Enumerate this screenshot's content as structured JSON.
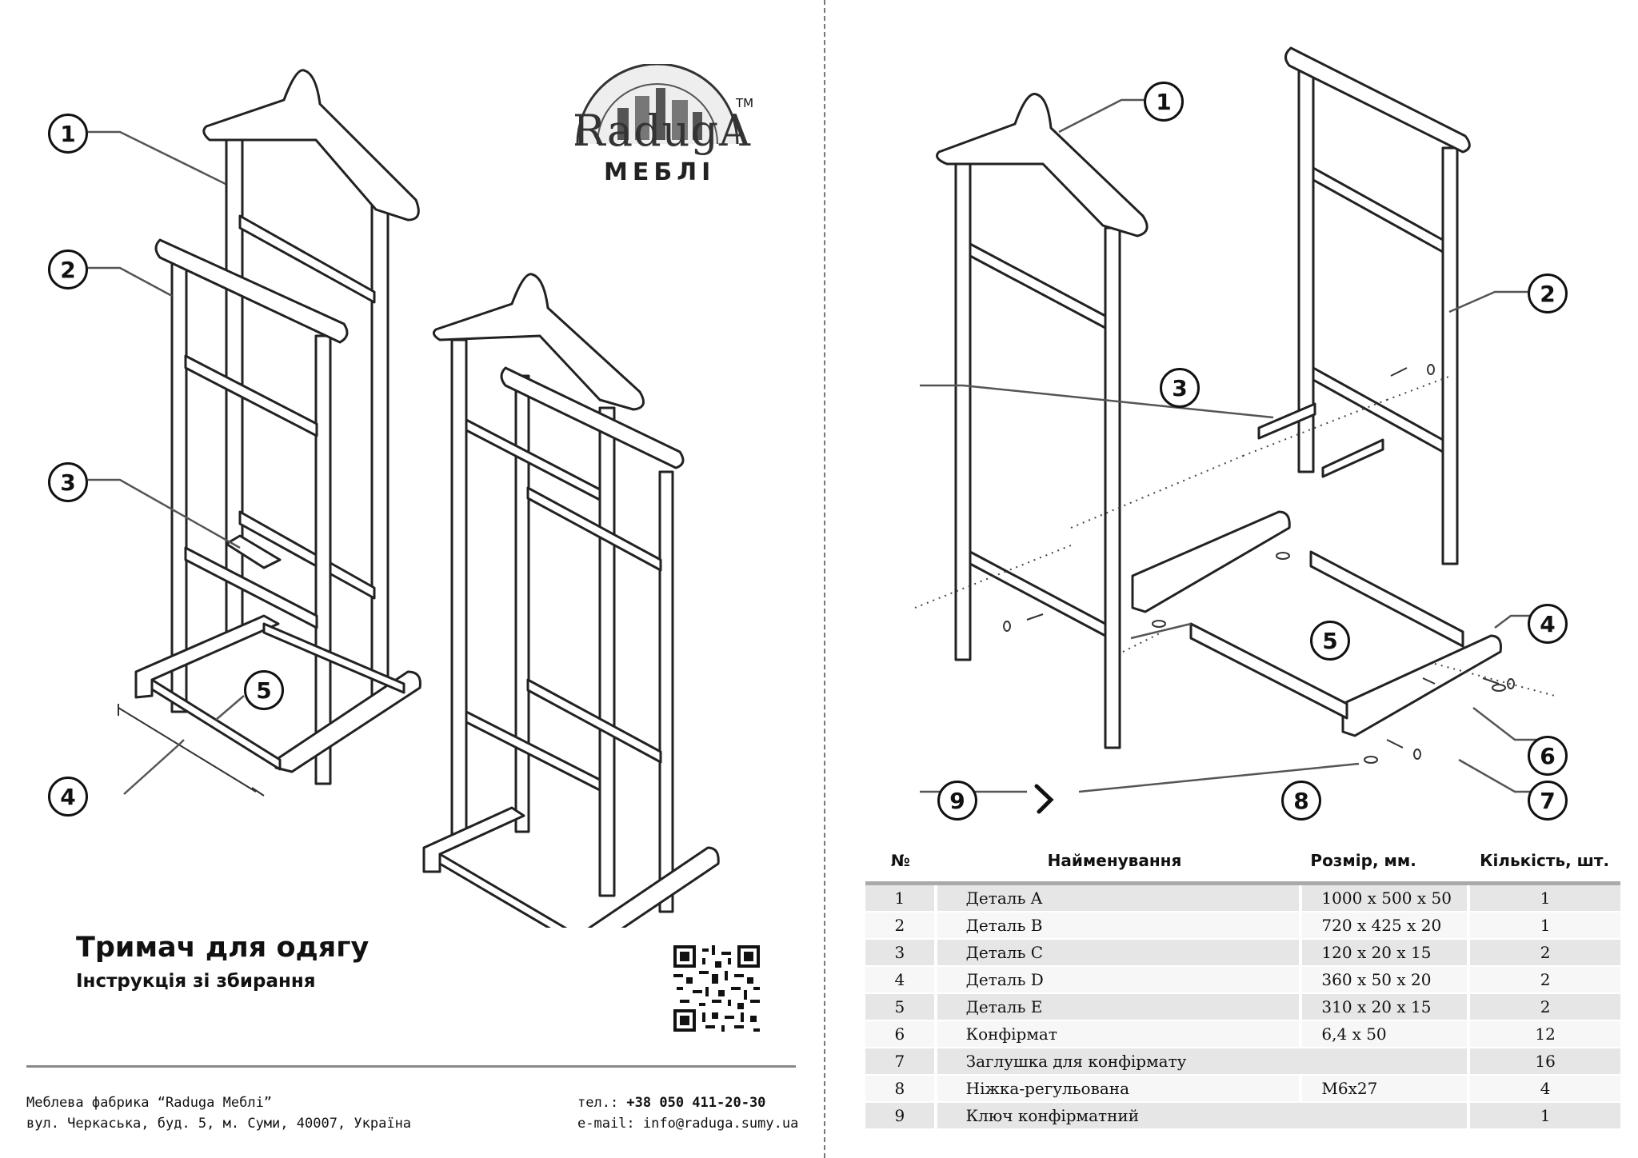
{
  "logo": {
    "word": "RadugA",
    "tm": "TM",
    "sub": "МЕБЛІ"
  },
  "title": "Тримач для одягу",
  "subtitle": "Інструкція зі збирання",
  "footer": {
    "company": "Меблева фабрика “Raduga Меблі”",
    "address": "вул. Черкаська, буд. 5, м. Суми, 40007, Україна",
    "phone_label": "тел.: ",
    "phone": "+38 050 411-20-30",
    "email": "e-mail: info@raduga.sumy.ua"
  },
  "callouts_left": [
    "1",
    "2",
    "3",
    "5",
    "4"
  ],
  "callouts_right": [
    "1",
    "2",
    "3",
    "4",
    "5",
    "6",
    "7",
    "8",
    "9"
  ],
  "table": {
    "headers": {
      "no": "№",
      "name": "Найменування",
      "size": "Розмір, мм.",
      "qty": "Кількість, шт."
    },
    "rows": [
      {
        "no": "1",
        "name": "Деталь A",
        "size": "1000 x 500 x 50",
        "qty": "1"
      },
      {
        "no": "2",
        "name": "Деталь B",
        "size": "720 x 425 x 20",
        "qty": "1"
      },
      {
        "no": "3",
        "name": "Деталь C",
        "size": "120 x 20 x 15",
        "qty": "2"
      },
      {
        "no": "4",
        "name": "Деталь D",
        "size": "360 x 50 x 20",
        "qty": "2"
      },
      {
        "no": "5",
        "name": "Деталь E",
        "size": "310 x 20 x 15",
        "qty": "2"
      },
      {
        "no": "6",
        "name": "Конфірмат",
        "size": "6,4 x 50",
        "qty": "12"
      },
      {
        "no": "7",
        "name": "Заглушка для конфірмату",
        "size": "",
        "qty": "16"
      },
      {
        "no": "8",
        "name": "Ніжка-регульована",
        "size": "M6x27",
        "qty": "4"
      },
      {
        "no": "9",
        "name": "Ключ конфірматний",
        "size": "",
        "qty": "1"
      }
    ]
  }
}
